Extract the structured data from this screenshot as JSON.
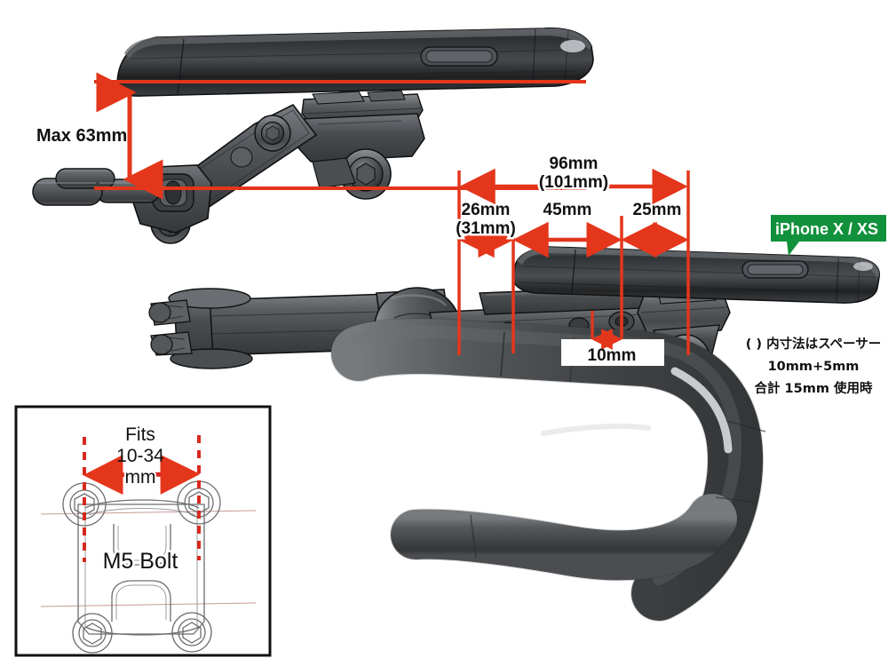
{
  "diagram": {
    "title": "Bicycle Smartphone Mount Dimension Drawing",
    "colors": {
      "dimension_red": "#E4361B",
      "badge_green": "#12913C",
      "body_dark": "#3a3d40",
      "outline": "#111111",
      "background": "#ffffff"
    }
  },
  "top_view": {
    "label_max_height": "Max 63mm"
  },
  "main_view": {
    "overall": {
      "value": "96mm",
      "alt_value": "(101mm)"
    },
    "segments": [
      {
        "value": "26mm",
        "alt_value": "(31mm)"
      },
      {
        "value": "45mm",
        "alt_value": ""
      },
      {
        "value": "25mm",
        "alt_value": ""
      }
    ],
    "small_dimension": "10mm",
    "badge": {
      "label": "iPhone X / XS"
    },
    "note": {
      "line1": "( ) 内寸法はスペーサー",
      "line2": "10mm+5mm",
      "line3": "合計 15mm 使用時"
    }
  },
  "inset": {
    "fits_line1": "Fits",
    "fits_line2": "10-34",
    "fits_line3": "mm",
    "bolt_label": "M5 Bolt"
  }
}
